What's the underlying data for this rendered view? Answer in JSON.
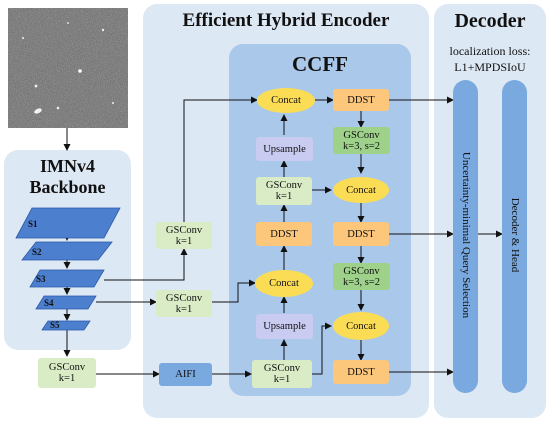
{
  "sections": {
    "backbone": "IMNv4\nBackbone",
    "encoder": "Efficient Hybrid Encoder",
    "ccff": "CCFF",
    "decoder": "Decoder"
  },
  "decoder_loss": {
    "line1": "localization loss:",
    "line2": "L1+MPDSIoU"
  },
  "stages": [
    "S1",
    "S2",
    "S3",
    "S4",
    "S5"
  ],
  "modules": {
    "gsconv_backbone": "GSConv\nk=1",
    "gsconv_s3": "GSConv\nk=1",
    "gsconv_s4": "GSConv\nk=1",
    "aifi": "AIFI",
    "concat_1": "Concat",
    "ddst_1": "DDST",
    "upsample_1": "Upsample",
    "gsconv_c1": "GSConv\nk=3, s=2",
    "gsconv_m1": "GSConv\nk=1",
    "concat_2": "Concat",
    "ddst_2": "DDST",
    "ddst_3": "DDST",
    "concat_3": "Concat",
    "gsconv_c2": "GSConv\nk=3, s=2",
    "upsample_2": "Upsample",
    "concat_4": "Concat",
    "gsconv_m2": "GSConv\nk=1",
    "ddst_4": "DDST"
  },
  "query_selection": "Uncertainty-minimal Query Selection",
  "decoder_head": "Decoder & Head",
  "colors": {
    "panel": "#dde8f5",
    "ccff_panel": "#a9c8ea",
    "orange": "#fcc77a",
    "green": "#d9ecc6",
    "purple": "#c9cbf0",
    "yellow": "#fbdd55",
    "dark_green": "#9ed18a",
    "blue_pill": "#79a9df",
    "stage_plate": "#4d7fcf"
  }
}
